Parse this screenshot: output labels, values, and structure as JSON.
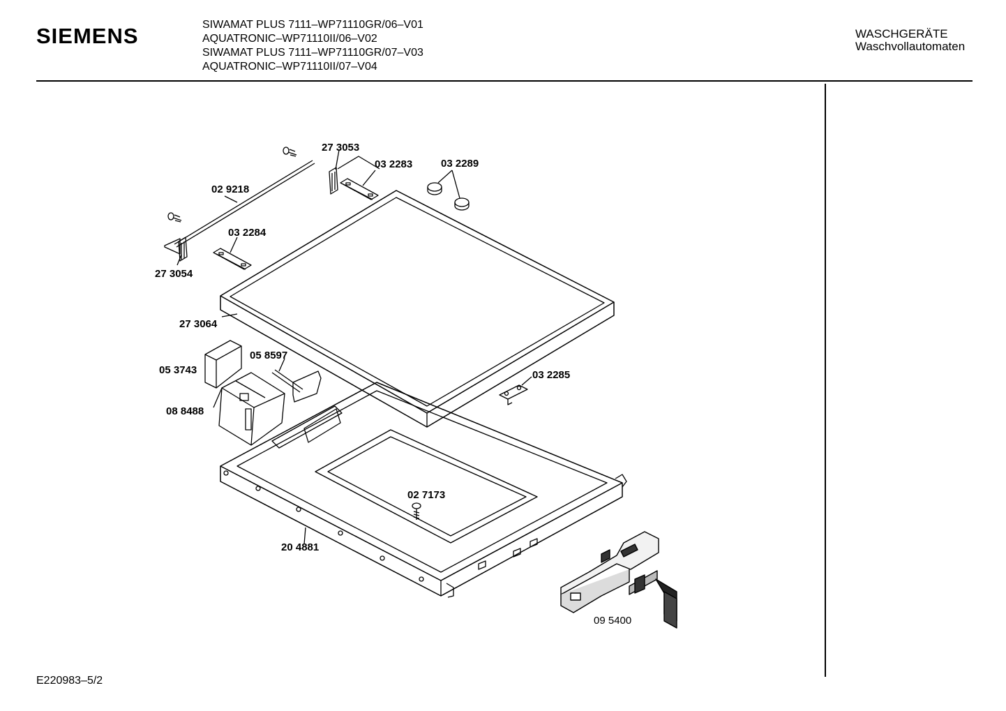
{
  "header": {
    "brand": "SIEMENS",
    "models": [
      "SIWAMAT PLUS 7111–WP71110GR/06–V01",
      "AQUATRONIC–WP71110II/06–V02",
      "SIWAMAT PLUS 7111–WP71110GR/07–V03",
      "AQUATRONIC–WP71110II/07–V04"
    ],
    "category_line1": "WASCHGERÄTE",
    "category_line2": "Waschvollautomaten"
  },
  "parts": [
    {
      "id": "27 3053"
    },
    {
      "id": "03 2283"
    },
    {
      "id": "03 2289"
    },
    {
      "id": "02 9218"
    },
    {
      "id": "03 2284"
    },
    {
      "id": "27 3054"
    },
    {
      "id": "27 3064"
    },
    {
      "id": "05 8597"
    },
    {
      "id": "05 3743"
    },
    {
      "id": "03 2285"
    },
    {
      "id": "08 8488"
    },
    {
      "id": "02 7173"
    },
    {
      "id": "20 4881"
    },
    {
      "id": "09 5400"
    }
  ],
  "footer": {
    "drawing_number": "E220983–5/2"
  }
}
